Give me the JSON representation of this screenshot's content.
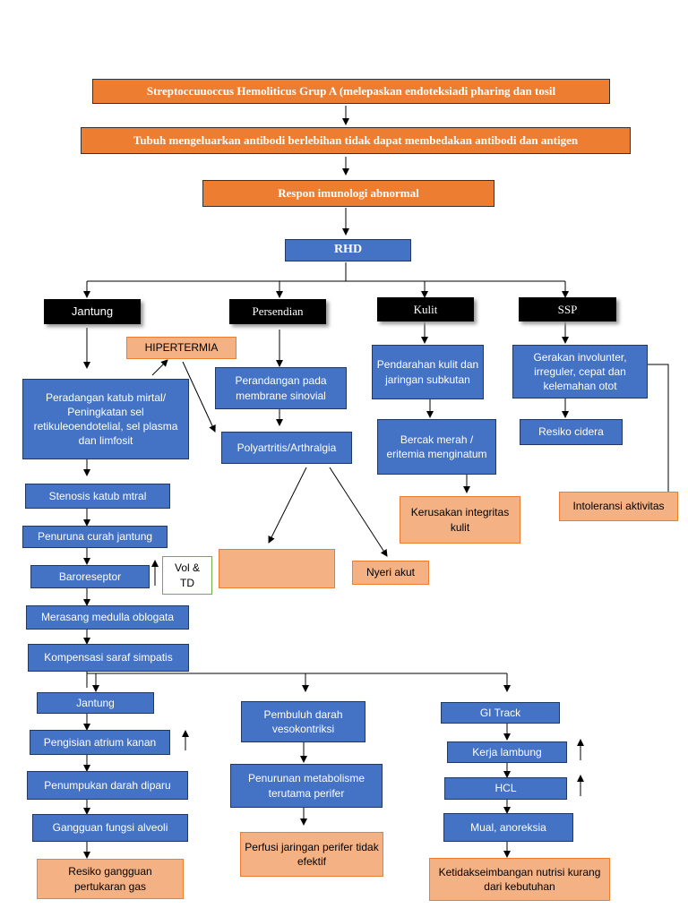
{
  "top": {
    "strep": "Streptoccuuoccus Hemoliticus Grup A (melepaskan endoteksiadi pharing dan tosil",
    "antibodi": "Tubuh mengeluarkan antibodi berlebihan tidak dapat membedakan antibodi dan antigen",
    "respon": "Respon imunologi abnormal",
    "rhd": "RHD"
  },
  "categories": {
    "jantung": "Jantung",
    "persendian": "Persendian",
    "kulit": "Kulit",
    "ssp": "SSP"
  },
  "jantung_branch": {
    "hipertermia": "HIPERTERMIA",
    "peradangan": "Peradangan katub mirtal/ Peningkatan sel retikuleoendotelial, sel plasma dan limfosit",
    "stenosis": "Stenosis katub mtral",
    "curah": "Penuruna curah jantung",
    "baroreseptor": "Baroreseptor",
    "vol_td": "Vol & TD",
    "medulla": "Merasang medulla oblogata",
    "simpatis": "Kompensasi saraf simpatis"
  },
  "persendian_branch": {
    "perandangan": "Perandangan pada membrane sinovial",
    "polyartritis": "Polyartritis/Arthralgia",
    "empty_box": "",
    "nyeri": "Nyeri akut"
  },
  "kulit_branch": {
    "pendarahan": "Pendarahan kulit dan jaringan subkutan",
    "bercak": "Bercak merah / eritemia menginatum",
    "kerusakan": "Kerusakan integritas kulit"
  },
  "ssp_branch": {
    "gerakan": "Gerakan involunter, irreguler, cepat dan kelemahan otot",
    "cidera": "Resiko cidera",
    "intoleransi": "Intoleransi aktivitas"
  },
  "bottom_left": {
    "jantung": "Jantung",
    "atrium": "Pengisian atrium kanan",
    "penumpukan": "Penumpukan darah diparu",
    "alveoli": "Gangguan fungsi alveoli",
    "resiko": "Resiko gangguan pertukaran gas"
  },
  "bottom_mid": {
    "pembuluh": "Pembuluh darah vesokontriksi",
    "metabolisme": "Penurunan metabolisme terutama perifer",
    "perfusi": "Perfusi jaringan perifer tidak efektif"
  },
  "bottom_right": {
    "gi": "GI Track",
    "lambung": "Kerja lambung",
    "hcl": "HCL",
    "mual": "Mual, anoreksia",
    "nutrisi": "Ketidakseimbangan nutrisi kurang dari kebutuhan"
  },
  "colors": {
    "orange": "#ED7D31",
    "blue": "#4472C4",
    "salmon": "#F4B183",
    "black": "#000000"
  }
}
